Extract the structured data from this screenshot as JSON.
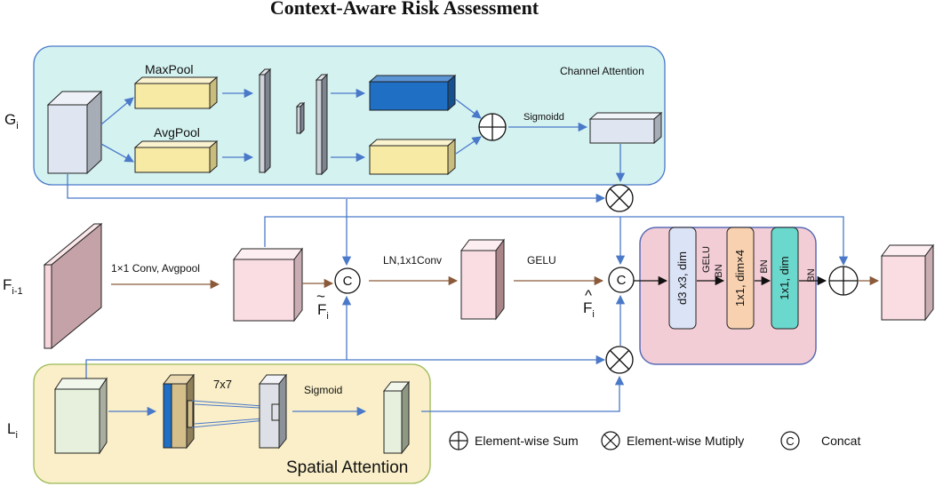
{
  "title": "Context-Aware Risk Assessment",
  "rows": {
    "g_main": "G",
    "g_sub": "i",
    "f_main": "F",
    "f_sub": "i-1",
    "l_main": "L",
    "l_sub": "i"
  },
  "channel_attention": {
    "title": "Channel Attention",
    "maxpool": "MaxPool",
    "avgpool": "AvgPool",
    "sigmoid": "Sigmoidd"
  },
  "main_path": {
    "conv1": "1×1 Conv, Avgpool",
    "ln_conv": "LN,1x1Conv",
    "gelu": "GELU",
    "f_tilde_accent": "~",
    "f_tilde_main": "F",
    "f_tilde_sub": "i",
    "f_hat_accent": "^",
    "f_hat_main": "F",
    "f_hat_sub": "i",
    "concat_symbol": "C"
  },
  "mlp_block": {
    "box1": "d3 x3, dim",
    "box2": "1x1, dim×4",
    "box3": "1x1, dim",
    "gelu": "GELU",
    "bn1": "BN",
    "bn2": "BN",
    "bn3": "BN"
  },
  "spatial_attention": {
    "title": "Spatial Attention",
    "kernel": "7x7",
    "sigmoid": "Sigmoid"
  },
  "legend": {
    "sum": "Element-wise Sum",
    "multiply": "Element-wise Mutiply",
    "concat_symbol": "C",
    "concat": "Concat"
  },
  "colors": {
    "channel_bg": "#d4f2f0",
    "spatial_bg": "#faefc8",
    "mlp_bg": "#f3cdd6",
    "blue_arrow": "#4a79c9",
    "brown_arrow": "#8a5a3a",
    "dark_blue_block": "#1f6fc4",
    "yellow_block": "#f7eaa5",
    "pink_block": "#f9dde3",
    "green_block": "#e6f0dc",
    "orange_box": "#f8d2b0",
    "teal_box": "#6ad8cc",
    "lavender_box": "#dbe3f6"
  }
}
